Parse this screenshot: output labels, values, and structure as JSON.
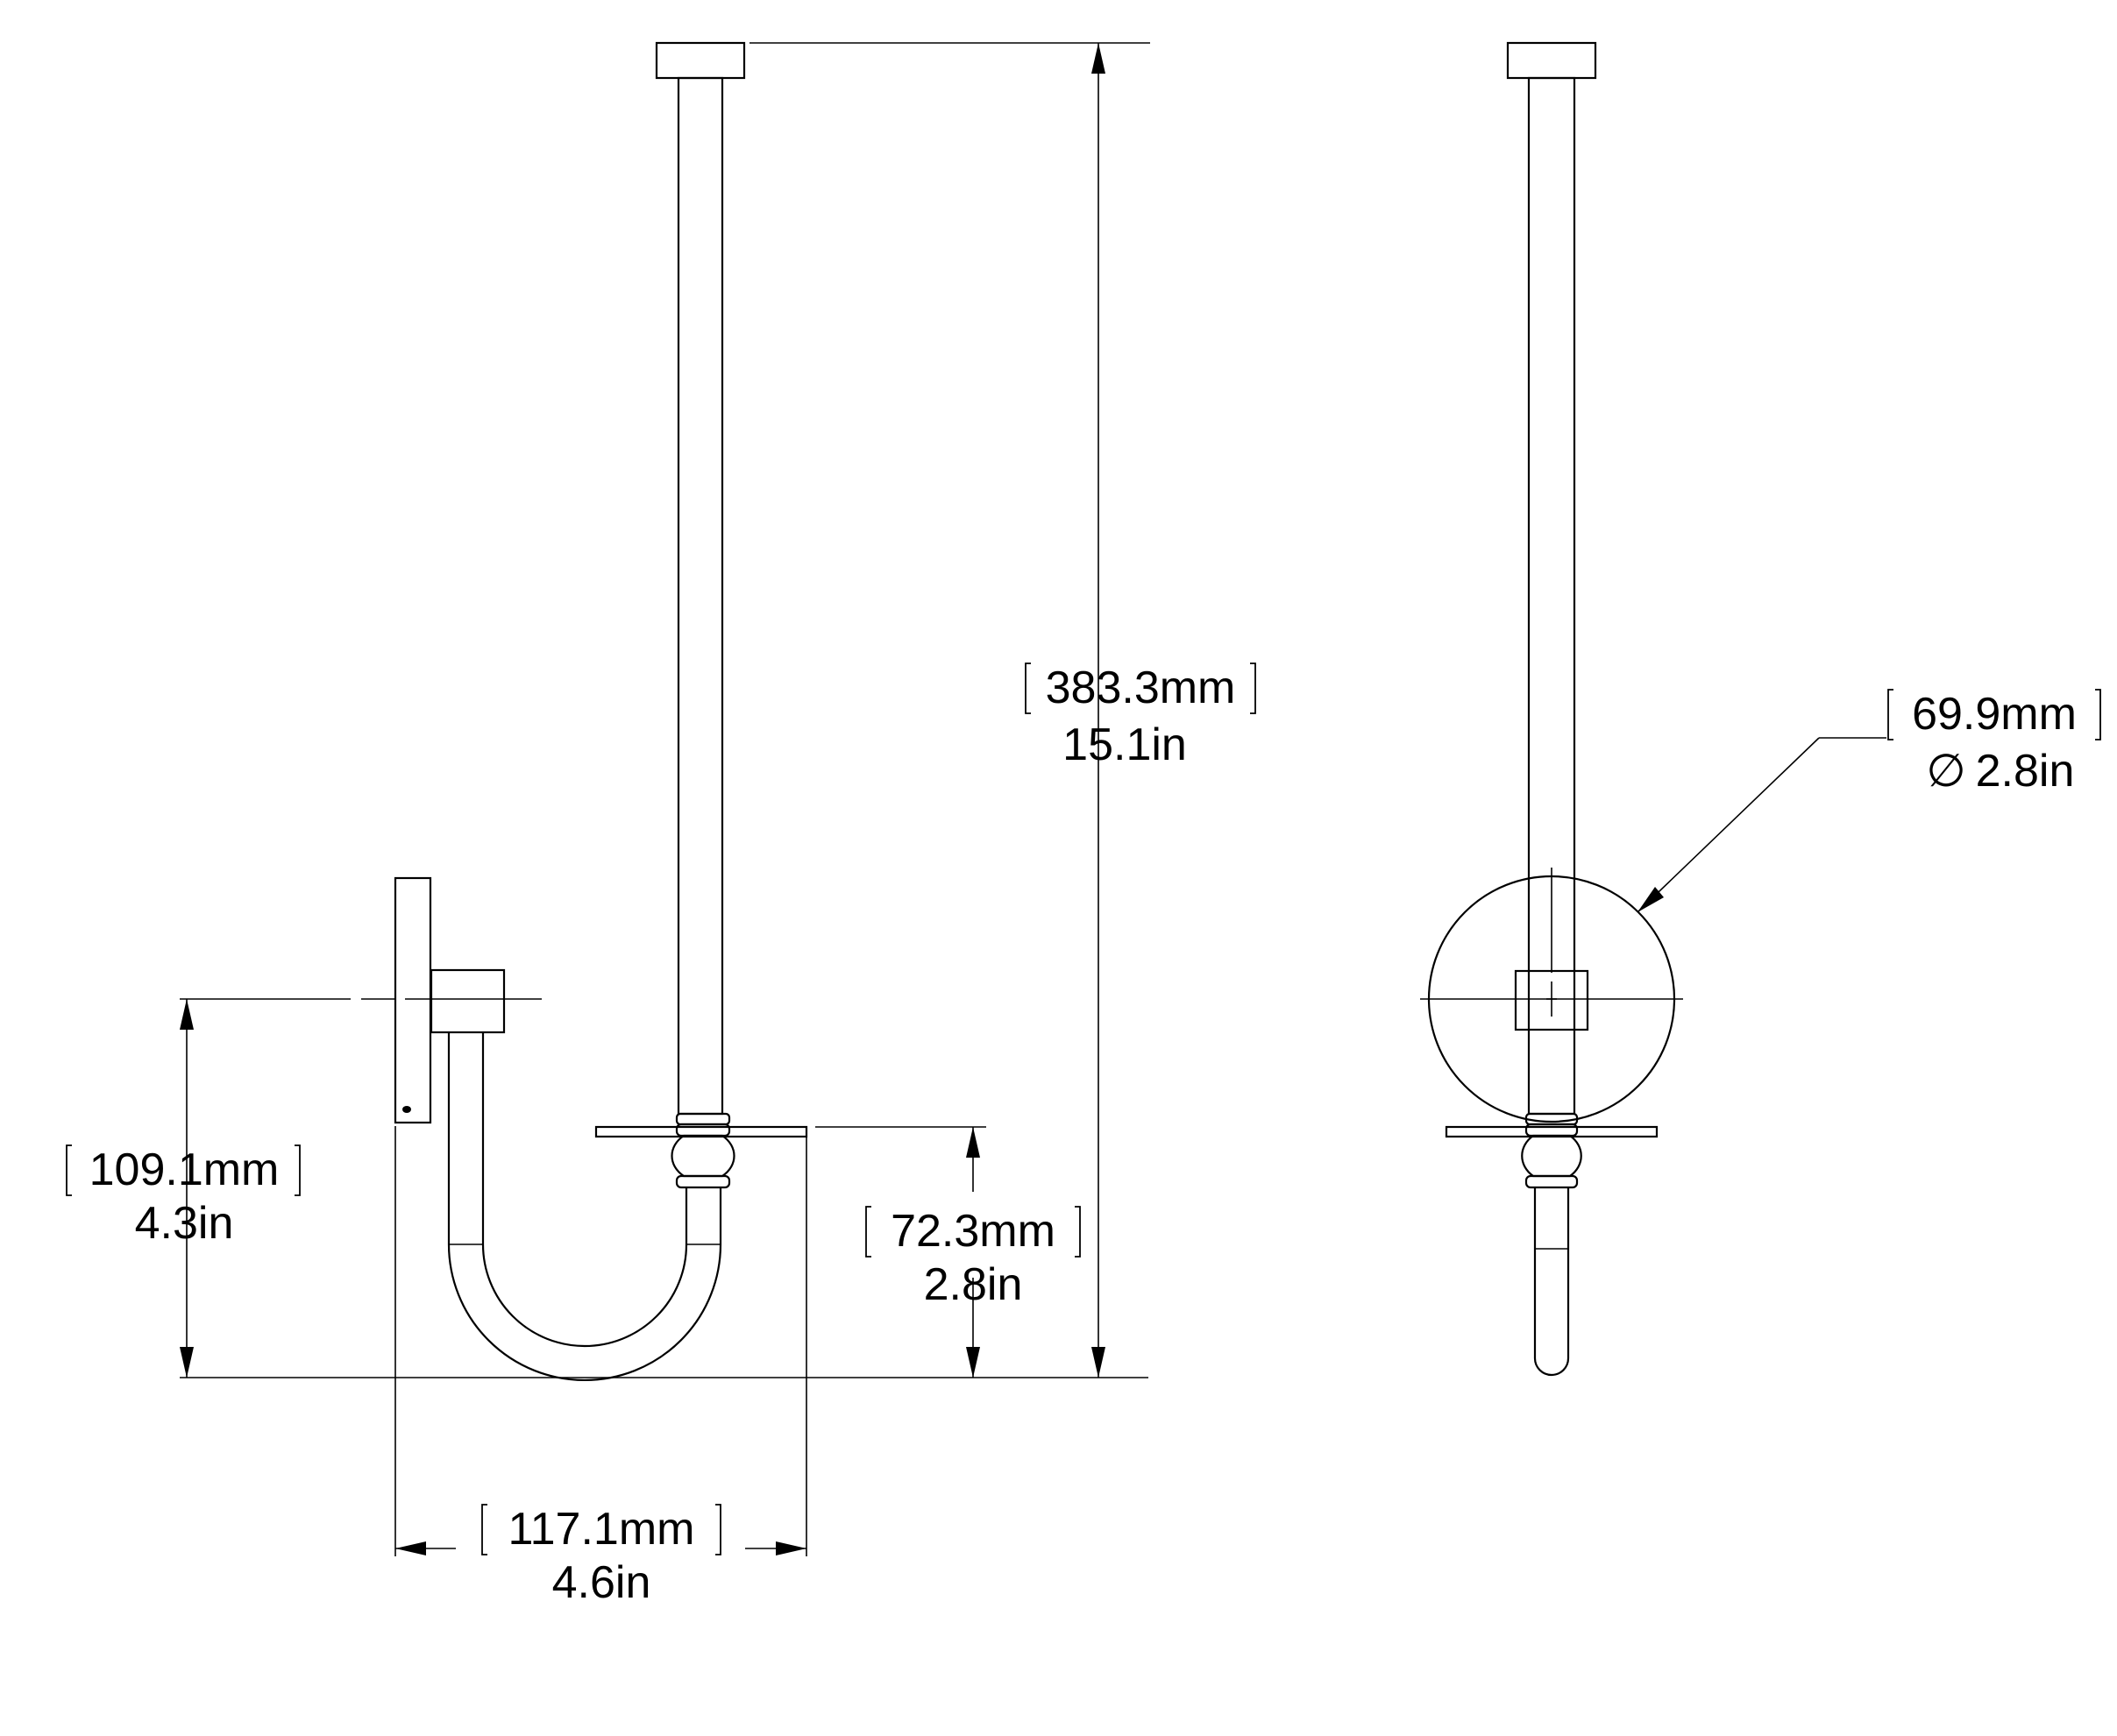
{
  "dimensions": {
    "overall_height": {
      "metric": "383.3mm",
      "imperial": "15.1in"
    },
    "diameter": {
      "metric": "69.9mm",
      "imperial": "2.8in",
      "symbol": "∅"
    },
    "mount_height": {
      "metric": "109.1mm",
      "imperial": "4.3in"
    },
    "plate_height": {
      "metric": "72.3mm",
      "imperial": "2.8in"
    },
    "overall_depth": {
      "metric": "117.1mm",
      "imperial": "4.6in"
    }
  }
}
